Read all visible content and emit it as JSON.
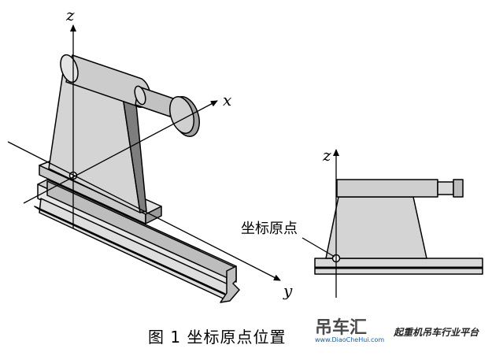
{
  "figure": {
    "axis_labels": {
      "z_left": "z",
      "x": "x",
      "y": "y",
      "z_right": "z"
    },
    "origin_label": "坐标原点",
    "caption": "图 1  坐标原点位置"
  },
  "watermark": {
    "brand": "吊车汇",
    "url": "www.DiaoCheHui.com",
    "slogan": "起重机吊车行业平台"
  },
  "colors": {
    "line": "#000000",
    "fill_light": "#d9d9d9",
    "fill_mid": "#bdbdbd",
    "fill_dark": "#8c8c8c",
    "watermark_blue": "#1b5fa8"
  }
}
